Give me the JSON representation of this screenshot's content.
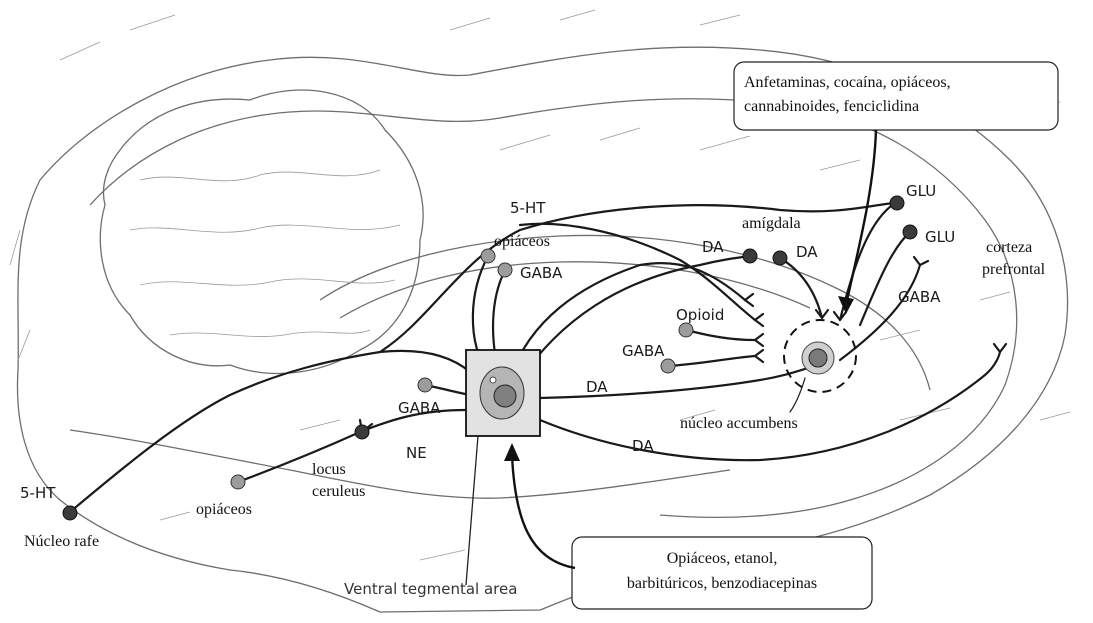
{
  "labels": {
    "five_ht_top": "5-HT",
    "five_ht_left": "5-HT",
    "nucleo_rafe": "Núcleo rafe",
    "opiaceos_left": "opiáceos",
    "locus_line1": "locus",
    "locus_line2": "ceruleus",
    "gaba_left": "GABA",
    "ne": "NE",
    "opiaceos_top": "opiáceos",
    "gaba_top": "GABA",
    "da_upper": "DA",
    "amigdala": "amígdala",
    "da_amigdala": "DA",
    "glu_top": "GLU",
    "glu_second": "GLU",
    "corteza_line1": "corteza",
    "corteza_line2": "prefrontal",
    "gaba_right": "GABA",
    "opioid": "Opioid",
    "gaba_middle": "GABA",
    "da_middle": "DA",
    "nucleo_accumbens": "núcleo accumbens",
    "da_lower": "DA",
    "vta": "Ventral tegmental area"
  },
  "callouts": {
    "top_line1": "Anfetaminas, cocaína, opiáceos,",
    "top_line2": "cannabinoides, fenciclidina",
    "bottom_line1": "Opiáceos, etanol,",
    "bottom_line2": "barbitúricos, benzodiacepinas"
  }
}
